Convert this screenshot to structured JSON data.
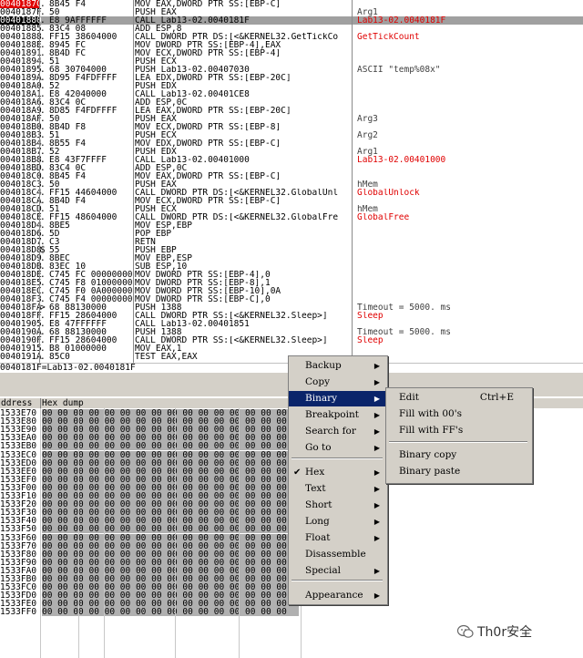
{
  "disasm": {
    "rows": [
      {
        "addr": "0040187C",
        "mark": ".",
        "hex": "8B45 F4",
        "asm": "MOV EAX,DWORD PTR SS:[EBP-C]",
        "cmt": ""
      },
      {
        "addr": "0040187F",
        "mark": ".",
        "hex": "50",
        "asm": "PUSH EAX",
        "cmt": "Arg1"
      },
      {
        "addr": "00401880",
        "mark": ".",
        "hex": "E8 9AFFFFFF",
        "asm": "CALL Lab13-02.0040181F",
        "cmt": "Lab13-02.0040181F"
      },
      {
        "addr": "00401885",
        "mark": ".",
        "hex": "83C4 08",
        "asm": "ADD ESP,8",
        "cmt": ""
      },
      {
        "addr": "00401888",
        "mark": ".",
        "hex": "FF15 38604000",
        "asm": "CALL DWORD PTR DS:[<&KERNEL32.GetTickCo",
        "cmt": "GetTickCount"
      },
      {
        "addr": "0040188E",
        "mark": ".",
        "hex": "8945 FC",
        "asm": "MOV DWORD PTR SS:[EBP-4],EAX",
        "cmt": ""
      },
      {
        "addr": "00401891",
        "mark": ".",
        "hex": "8B4D FC",
        "asm": "MOV ECX,DWORD PTR SS:[EBP-4]",
        "cmt": ""
      },
      {
        "addr": "00401894",
        "mark": ".",
        "hex": "51",
        "asm": "PUSH ECX",
        "cmt": ""
      },
      {
        "addr": "00401895",
        "mark": ".",
        "hex": "68 30704000",
        "asm": "PUSH Lab13-02.00407030",
        "cmt": "ASCII \"temp%08x\""
      },
      {
        "addr": "0040189A",
        "mark": ".",
        "hex": "8D95 F4FDFFFF",
        "asm": "LEA EDX,DWORD PTR SS:[EBP-20C]",
        "cmt": ""
      },
      {
        "addr": "004018A0",
        "mark": ".",
        "hex": "52",
        "asm": "PUSH EDX",
        "cmt": ""
      },
      {
        "addr": "004018A1",
        "mark": ".",
        "hex": "E8 42040000",
        "asm": "CALL Lab13-02.00401CE8",
        "cmt": ""
      },
      {
        "addr": "004018A6",
        "mark": ".",
        "hex": "83C4 0C",
        "asm": "ADD ESP,0C",
        "cmt": ""
      },
      {
        "addr": "004018A9",
        "mark": ".",
        "hex": "8D85 F4FDFFFF",
        "asm": "LEA EAX,DWORD PTR SS:[EBP-20C]",
        "cmt": ""
      },
      {
        "addr": "004018AF",
        "mark": ".",
        "hex": "50",
        "asm": "PUSH EAX",
        "cmt": "Arg3"
      },
      {
        "addr": "004018B0",
        "mark": ".",
        "hex": "8B4D F8",
        "asm": "MOV ECX,DWORD PTR SS:[EBP-8]",
        "cmt": ""
      },
      {
        "addr": "004018B3",
        "mark": ".",
        "hex": "51",
        "asm": "PUSH ECX",
        "cmt": "Arg2"
      },
      {
        "addr": "004018B4",
        "mark": ".",
        "hex": "8B55 F4",
        "asm": "MOV EDX,DWORD PTR SS:[EBP-C]",
        "cmt": ""
      },
      {
        "addr": "004018B7",
        "mark": ".",
        "hex": "52",
        "asm": "PUSH EDX",
        "cmt": "Arg1"
      },
      {
        "addr": "004018B8",
        "mark": ".",
        "hex": "E8 43F7FFFF",
        "asm": "CALL Lab13-02.00401000",
        "cmt": "Lab13-02.00401000"
      },
      {
        "addr": "004018BD",
        "mark": ".",
        "hex": "83C4 0C",
        "asm": "ADD ESP,0C",
        "cmt": ""
      },
      {
        "addr": "004018C0",
        "mark": ".",
        "hex": "8B45 F4",
        "asm": "MOV EAX,DWORD PTR SS:[EBP-C]",
        "cmt": ""
      },
      {
        "addr": "004018C3",
        "mark": ".",
        "hex": "50",
        "asm": "PUSH EAX",
        "cmt": "hMem"
      },
      {
        "addr": "004018C4",
        "mark": ".",
        "hex": "FF15 44604000",
        "asm": "CALL DWORD PTR DS:[<&KERNEL32.GlobalUnl",
        "cmt": "GlobalUnlock"
      },
      {
        "addr": "004018CA",
        "mark": ".",
        "hex": "8B4D F4",
        "asm": "MOV ECX,DWORD PTR SS:[EBP-C]",
        "cmt": ""
      },
      {
        "addr": "004018CD",
        "mark": ".",
        "hex": "51",
        "asm": "PUSH ECX",
        "cmt": "hMem"
      },
      {
        "addr": "004018CE",
        "mark": ".",
        "hex": "FF15 48604000",
        "asm": "CALL DWORD PTR DS:[<&KERNEL32.GlobalFre",
        "cmt": "GlobalFree"
      },
      {
        "addr": "004018D4",
        "mark": ".",
        "hex": "8BE5",
        "asm": "MOV ESP,EBP",
        "cmt": ""
      },
      {
        "addr": "004018D6",
        "mark": ".",
        "hex": "5D",
        "asm": "POP EBP",
        "cmt": ""
      },
      {
        "addr": "004018D7",
        "mark": ".",
        "hex": "C3",
        "asm": "RETN",
        "cmt": ""
      },
      {
        "addr": "004018D8",
        "mark": "$",
        "hex": "55",
        "asm": "PUSH EBP",
        "cmt": ""
      },
      {
        "addr": "004018D9",
        "mark": ".",
        "hex": "8BEC",
        "asm": "MOV EBP,ESP",
        "cmt": ""
      },
      {
        "addr": "004018DB",
        "mark": ".",
        "hex": "83EC 10",
        "asm": "SUB ESP,10",
        "cmt": ""
      },
      {
        "addr": "004018DE",
        "mark": ".",
        "hex": "C745 FC 00000000",
        "asm": "MOV DWORD PTR SS:[EBP-4],0",
        "cmt": ""
      },
      {
        "addr": "004018E5",
        "mark": ".",
        "hex": "C745 F8 01000000",
        "asm": "MOV DWORD PTR SS:[EBP-8],1",
        "cmt": ""
      },
      {
        "addr": "004018EC",
        "mark": ".",
        "hex": "C745 F0 0A000000",
        "asm": "MOV DWORD PTR SS:[EBP-10],0A",
        "cmt": ""
      },
      {
        "addr": "004018F3",
        "mark": ".",
        "hex": "C745 F4 00000000",
        "asm": "MOV DWORD PTR SS:[EBP-C],0",
        "cmt": ""
      },
      {
        "addr": "004018FA",
        "mark": ">",
        "hex": "68 88130000",
        "asm": "PUSH 1388",
        "cmt": "Timeout = 5000. ms"
      },
      {
        "addr": "004018FF",
        "mark": ".",
        "hex": "FF15 28604000",
        "asm": "CALL DWORD PTR SS:[<&KERNEL32.Sleep>]",
        "cmt": "Sleep"
      },
      {
        "addr": "00401905",
        "mark": ".",
        "hex": "E8 47FFFFFF",
        "asm": "CALL Lab13-02.00401851",
        "cmt": ""
      },
      {
        "addr": "0040190A",
        "mark": ".",
        "hex": "68 88130000",
        "asm": "PUSH 1388",
        "cmt": "Timeout = 5000. ms"
      },
      {
        "addr": "0040190F",
        "mark": ".",
        "hex": "FF15 28604000",
        "asm": "CALL DWORD PTR SS:[<&KERNEL32.Sleep>]",
        "cmt": "Sleep"
      },
      {
        "addr": "00401915",
        "mark": ".",
        "hex": "B8 01000000",
        "asm": "MOV EAX,1",
        "cmt": ""
      },
      {
        "addr": "0040191A",
        "mark": ".",
        "hex": "85C0",
        "asm": "TEST EAX,EAX",
        "cmt": ""
      }
    ],
    "info_text": "0040181F=Lab13-02.0040181F"
  },
  "hex_panel": {
    "header_address": "ddress",
    "header_hexdump": "Hex dump",
    "rows": [
      {
        "addr": "1533E70",
        "bytes": "00 00 00 00 00 00 00 00 00 00 00 00 00 00 00 00"
      },
      {
        "addr": "1533E80",
        "bytes": "00 00 00 00 00 00 00 00 00 00 00 00 00 00 00 00"
      },
      {
        "addr": "1533E90",
        "bytes": "00 00 00 00 00 00 00 00 00 00 00 00 00 00 00 00"
      },
      {
        "addr": "1533EA0",
        "bytes": "00 00 00 00 00 00 00 00 00 00 00 00 00 00 00 00"
      },
      {
        "addr": "1533EB0",
        "bytes": "00 00 00 00 00 00 00 00 00 00 00 00 00 00 00 00"
      },
      {
        "addr": "1533EC0",
        "bytes": "00 00 00 00 00 00 00 00 00 00 00 00 00 00 00 00"
      },
      {
        "addr": "1533ED0",
        "bytes": "00 00 00 00 00 00 00 00 00 00 00 00 00 00 00 00"
      },
      {
        "addr": "1533EE0",
        "bytes": "00 00 00 00 00 00 00 00 00 00 00 00 00 00 00 00"
      },
      {
        "addr": "1533EF0",
        "bytes": "00 00 00 00 00 00 00 00 00 00 00 00 00 00 00 00"
      },
      {
        "addr": "1533F00",
        "bytes": "00 00 00 00 00 00 00 00 00 00 00 00 00 00 00 00"
      },
      {
        "addr": "1533F10",
        "bytes": "00 00 00 00 00 00 00 00 00 00 00 00 00 00 00 00"
      },
      {
        "addr": "1533F20",
        "bytes": "00 00 00 00 00 00 00 00 00 00 00 00 00 00 00 00"
      },
      {
        "addr": "1533F30",
        "bytes": "00 00 00 00 00 00 00 00 00 00 00 00 00 00 00 00"
      },
      {
        "addr": "1533F40",
        "bytes": "00 00 00 00 00 00 00 00 00 00 00 00 00 00 00 00"
      },
      {
        "addr": "1533F50",
        "bytes": "00 00 00 00 00 00 00 00 00 00 00 00 00 00 00 00"
      },
      {
        "addr": "1533F60",
        "bytes": "00 00 00 00 00 00 00 00 00 00 00 00 00 00 00 00"
      },
      {
        "addr": "1533F70",
        "bytes": "00 00 00 00 00 00 00 00 00 00 00 00 00 00 00 00"
      },
      {
        "addr": "1533F80",
        "bytes": "00 00 00 00 00 00 00 00 00 00 00 00 00 00 00 00"
      },
      {
        "addr": "1533F90",
        "bytes": "00 00 00 00 00 00 00 00 00 00 00 00 00 00 00 00"
      },
      {
        "addr": "1533FA0",
        "bytes": "00 00 00 00 00 00 00 00 00 00 00 00 00 00 00 00"
      },
      {
        "addr": "1533FB0",
        "bytes": "00 00 00 00 00 00 00 00 00 00 00 00 00 00 00 00"
      },
      {
        "addr": "1533FC0",
        "bytes": "00 00 00 00 00 00 00 00 00 00 00 00 00 00 00 00"
      },
      {
        "addr": "1533FD0",
        "bytes": "00 00 00 00 00 00 00 00 00 00 00 00 00 00 00 00"
      },
      {
        "addr": "1533FE0",
        "bytes": "00 00 00 00 00 00 00 00 00 00 00 00 00 00 00 00"
      },
      {
        "addr": "1533FF0",
        "bytes": "00 00 00 00 00 00 00 00 00 00 00 00 00 00 00 00"
      }
    ]
  },
  "context_menu": {
    "items": [
      {
        "label": "Backup",
        "submenu": true
      },
      {
        "label": "Copy",
        "submenu": true
      },
      {
        "label": "Binary",
        "submenu": true,
        "selected": true
      },
      {
        "label": "Breakpoint",
        "submenu": true
      },
      {
        "label": "Search for",
        "submenu": true
      },
      {
        "label": "Go to",
        "submenu": true
      },
      {
        "label": "Hex",
        "submenu": true,
        "checked": true
      },
      {
        "label": "Text",
        "submenu": true
      },
      {
        "label": "Short",
        "submenu": true
      },
      {
        "label": "Long",
        "submenu": true
      },
      {
        "label": "Float",
        "submenu": true
      },
      {
        "label": "Disassemble",
        "submenu": false
      },
      {
        "label": "Special",
        "submenu": true
      },
      {
        "label": "Appearance",
        "submenu": true
      }
    ],
    "check_glyph": "✔",
    "arrow_glyph": "▶"
  },
  "binary_submenu": {
    "items": [
      {
        "label": "Edit",
        "shortcut": "Ctrl+E"
      },
      {
        "label": "Fill with 00's",
        "shortcut": ""
      },
      {
        "label": "Fill with FF's",
        "shortcut": ""
      },
      {
        "label": "Binary copy",
        "shortcut": ""
      },
      {
        "label": "Binary paste",
        "shortcut": ""
      }
    ]
  },
  "watermark": {
    "text": "Th0r安全"
  },
  "colors": {
    "selection": "#0a246a",
    "comment_red": "#e00000",
    "menu_bg": "#d4d0c8"
  }
}
